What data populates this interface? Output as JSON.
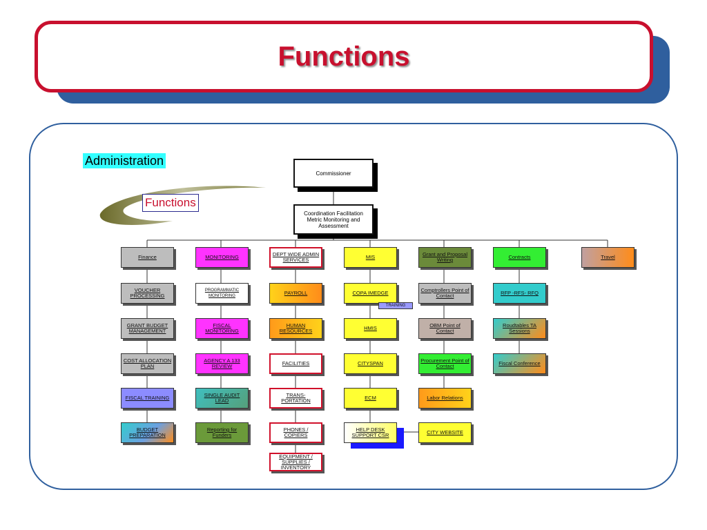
{
  "title": "Functions",
  "section_label": "Administration",
  "swoosh_label": "Functions",
  "top_nodes": {
    "commissioner": "Commissioner",
    "coordination": "Coordination Facilitation Metric Monitoring and Assessment"
  },
  "columns": {
    "col1": [
      "Finance",
      "VOUCHER PROCESSING",
      "GRANT BUDGET MANAGEMENT",
      "COST ALLOCATION PLAN",
      "FISCAL TRAINING",
      "BUDGET PREPARATION"
    ],
    "col2": [
      "MONITORING",
      "PROGRAMMATIC MONITORING",
      "FISCAL MONITORING",
      "AGENCY A 133 REVIEW",
      "SINGLE AUDIT LEAD",
      "Reporting for Funders"
    ],
    "col3": [
      "DEPT WIDE ADMIN SERVICES",
      "PAYROLL",
      "HUMAN RESOURCES",
      "FACILITIES",
      "TRANS- PORTATION",
      "PHONES / COPIERS",
      "EQUIPMENT / SUPPLIES / INVENTORY"
    ],
    "col4": [
      "MIS",
      "COPA IMEDGE",
      "HMIS",
      "CITYSPAN",
      "ECM",
      "HELP DESK SUPPORT CSR"
    ],
    "col5": [
      "Grant and Proposal Writing",
      "Comptrollers Point of Contact",
      "OBM Point of Contact",
      "Procurement Point of Contact",
      "Labor Relations",
      "CITY WEBSITE"
    ],
    "col6": [
      "Contracts",
      "RFP -RFS- RFQ",
      "Roudtables TA Sessions",
      "Fiscal Conference"
    ],
    "col7": [
      "Travel"
    ]
  },
  "training_tag": "TRAINING",
  "colors": {
    "title_red": "#c8102e",
    "frame_blue": "#2f5f9e",
    "admin_highlight": "#33ffff"
  }
}
